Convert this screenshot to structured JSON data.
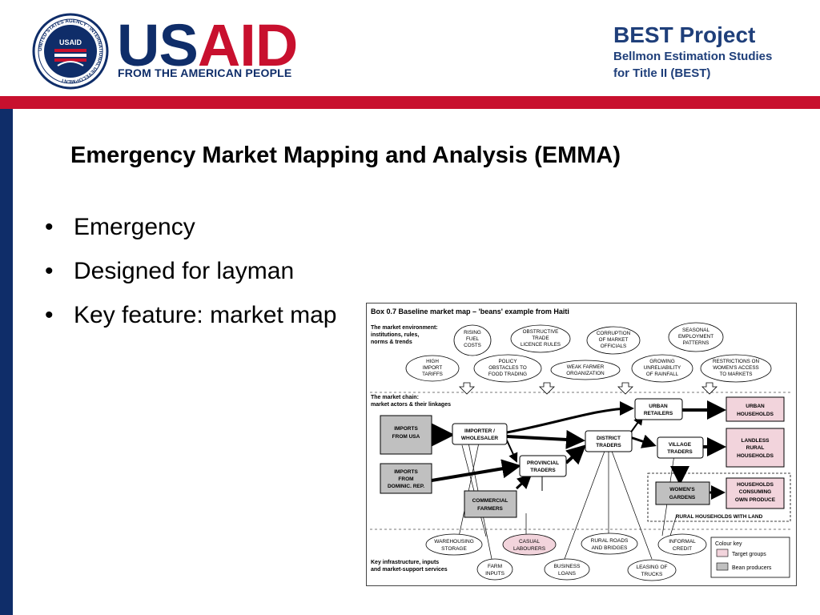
{
  "header": {
    "logo": {
      "seal_text": "UNITED STATES AGENCY · INTERNATIONAL DEVELOPMENT",
      "seal_center": "USAID",
      "wordmark_us": "US",
      "wordmark_aid": "AID",
      "tagline": "FROM THE AMERICAN PEOPLE"
    },
    "project": {
      "title": "BEST Project",
      "line1": "Bellmon Estimation Studies",
      "line2": "for Title II (BEST)"
    }
  },
  "colors": {
    "usaid_blue": "#0f2d69",
    "usaid_red": "#c8102e",
    "target_groups": "#f2d4dc",
    "bean_producers": "#c0c0c0"
  },
  "slide": {
    "title": "Emergency Market Mapping and Analysis (EMMA)",
    "bullets": [
      "Emergency",
      "Designed for layman",
      "Key feature: market map"
    ]
  },
  "market_map": {
    "box_title": "Box 0.7  Baseline market map – 'beans' example from Haiti",
    "sections": {
      "environment": [
        "The market environment:",
        "institutions, rules,",
        "norms & trends"
      ],
      "chain": [
        "The market chain:",
        "market actors & their linkages"
      ],
      "infrastructure": [
        "Key infrastructure, inputs",
        "and market-support services"
      ]
    },
    "environment_ovals": [
      [
        "RISING",
        "FUEL",
        "COSTS"
      ],
      [
        "OBSTRUCTIVE",
        "TRADE",
        "LICENCE RULES"
      ],
      [
        "CORRUPTION",
        "OF MARKET",
        "OFFICIALS"
      ],
      [
        "SEASONAL",
        "EMPLOYMENT",
        "PATTERNS"
      ],
      [
        "HIGH",
        "IMPORT",
        "TARIFFS"
      ],
      [
        "POLICY",
        "OBSTACLES TO",
        "FOOD TRADING"
      ],
      [
        "WEAK FARMER",
        "ORGANIZATION"
      ],
      [
        "GROWING",
        "UNRELIABILITY",
        "OF RAINFALL"
      ],
      [
        "RESTRICTIONS ON",
        "WOMEN'S ACCESS",
        "TO MARKETS"
      ]
    ],
    "actors": {
      "imports_usa": [
        "IMPORTS",
        "FROM USA"
      ],
      "imports_dr": [
        "IMPORTS",
        "FROM",
        "DOMINIC. REP."
      ],
      "importer": [
        "IMPORTER /",
        "WHOLESALER"
      ],
      "provincial": [
        "PROVINCIAL",
        "TRADERS"
      ],
      "commercial": [
        "COMMERCIAL",
        "FARMERS"
      ],
      "district": [
        "DISTRICT",
        "TRADERS"
      ],
      "urban_retail": [
        "URBAN",
        "RETAILERS"
      ],
      "village": [
        "VILLAGE",
        "TRADERS"
      ],
      "womens_gardens": [
        "WOMEN'S",
        "GARDENS"
      ],
      "urban_hh": [
        "URBAN",
        "HOUSEHOLDS"
      ],
      "landless_hh": [
        "LANDLESS",
        "RURAL",
        "HOUSEHOLDS"
      ],
      "own_produce_hh": [
        "HOUSEHOLDS",
        "CONSUMING",
        "OWN PRODUCE"
      ],
      "rural_label": "RURAL HOUSEHOLDS WITH LAND"
    },
    "infrastructure_ovals": [
      [
        "WAREHOUSING",
        "STORAGE"
      ],
      [
        "CASUAL",
        "LABOURERS"
      ],
      [
        "RURAL ROADS",
        "AND BRIDGES"
      ],
      [
        "INFORMAL",
        "CREDIT"
      ],
      [
        "FARM",
        "INPUTS"
      ],
      [
        "BUSINESS",
        "LOANS"
      ],
      [
        "LEASING OF",
        "TRUCKS"
      ]
    ],
    "legend": {
      "title": "Colour key",
      "target": "Target groups",
      "producers": "Bean producers"
    }
  }
}
